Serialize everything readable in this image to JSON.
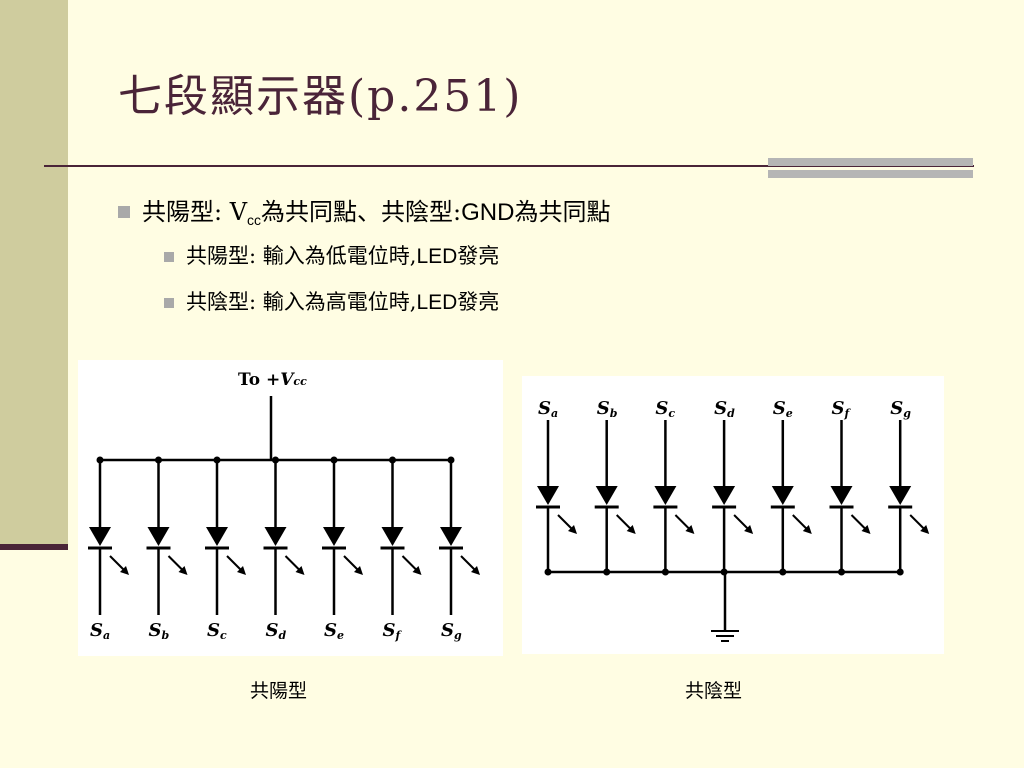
{
  "slide": {
    "title": "七段顯示器(p.251)"
  },
  "bullets": {
    "main": {
      "part1": "共陽型: V",
      "part1_sub": "cc",
      "part2": "為共同點、共陰型: ",
      "part3": "GND",
      "part4": "為共同點"
    },
    "sub": [
      {
        "prefix": "共陽型: 輸入為低電位時,",
        "latin": "LED",
        "suffix": "發亮"
      },
      {
        "prefix": "共陰型: 輸入為高電位時,",
        "latin": "LED",
        "suffix": "發亮"
      }
    ]
  },
  "diagram_left": {
    "top_label_prefix": "To  +",
    "top_label_v": "V",
    "top_label_sub": "cc",
    "pins": [
      "a",
      "b",
      "c",
      "d",
      "e",
      "f",
      "g"
    ],
    "pin_prefix": "S"
  },
  "diagram_right": {
    "pins": [
      "a",
      "b",
      "c",
      "d",
      "e",
      "f",
      "g"
    ],
    "pin_prefix": "S"
  },
  "captions": {
    "left": "共陽型",
    "right": "共陰型"
  }
}
